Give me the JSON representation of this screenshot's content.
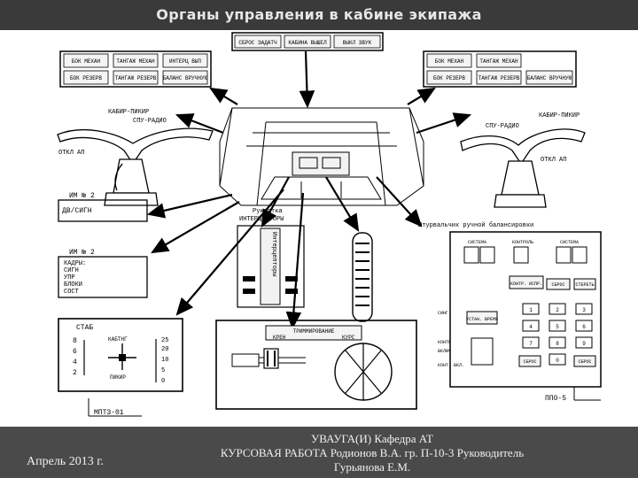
{
  "title": "Органы управления в кабине экипажа",
  "top_panel": {
    "cells": [
      "СБРОС ЗАДАТЧ",
      "КАБИНА ВЫШЕЛ",
      "ВЫКЛ ЗВУК"
    ]
  },
  "left_panel": {
    "cells": [
      "БОК МЕХАН",
      "ТАНГАЖ МЕХАН",
      "ИНТЕРЦ ВЫП",
      "БОК РЕЗЕРВ",
      "ТАНГАЖ РЕЗЕРВ",
      "БАЛАНС ВРУЧНУЮ"
    ]
  },
  "right_panel": {
    "cells": [
      "БОК МЕХАН",
      "ТАНГАЖ МЕХАН",
      "",
      "БОК РЕЗЕРВ",
      "ТАНГАЖ РЕЗЕРВ",
      "БАЛАНС ВРУЧНУЮ"
    ]
  },
  "left_yoke": {
    "label_trim": "КАБИР-ПИКИР",
    "label_radio": "СПУ-РАДИО",
    "label_ap": "ОТКЛ АП"
  },
  "right_yoke": {
    "label_trim": "КАБИР-ПИКИР",
    "label_radio": "СПУ-РАДИО",
    "label_ap": "ОТКЛ АП"
  },
  "im2_top": {
    "header": "ИМ № 2",
    "line1": "ДВ/СИГН"
  },
  "im2_bottom": {
    "header": "ИМ № 2",
    "lines": [
      "КАДРЫ:",
      "СИГН",
      "УПР",
      "БЛОКИ",
      "СОСТ"
    ]
  },
  "handle": {
    "label_line1": "Рукоятка",
    "label_line2": "ИНТЕРЦЕПТОРЫ",
    "vertical_text": "Интерцепторы"
  },
  "right_unit": {
    "label": "Штурвальчик ручной балансировки",
    "code": "ППО-5",
    "top_labels": [
      "СИСТЕМА",
      "КОНТРОЛЬ",
      "СИСТЕМА"
    ],
    "side_labels": [
      "СИНГ",
      "КОНТР",
      "ВКЛЮЧ",
      "КОНТ. ВКЛ."
    ],
    "btn_labels": [
      "КОНТР. ИСПР.",
      "СБРОС",
      "СТЕРЕТЬ",
      "УСТАН. ВРЕМЯ",
      "СБРОС",
      "СБРОС"
    ],
    "keys": [
      "1",
      "2",
      "3",
      "4",
      "5",
      "6",
      "7",
      "8",
      "9",
      "0"
    ]
  },
  "stab_panel": {
    "title": "СТАБ",
    "left_scale": [
      "8",
      "6",
      "4",
      "2"
    ],
    "right_scale": [
      "25",
      "20",
      "10",
      "5",
      "0"
    ],
    "label_top": "КАБТНГ",
    "label_bottom": "ПИКИР",
    "code": "МПТЗ-01"
  },
  "trim_panel": {
    "title": "ТРИММИРОВАНИЕ",
    "left": "КРЕН",
    "right": "КУРС"
  },
  "footer": {
    "date": "Апрель 2013 г.",
    "line1": "УВАУГА(И) Кафедра АТ",
    "line2": "КУРСОВАЯ РАБОТА Родионов В.А. гр. П-10-3  Руководитель",
    "line3": "Гурьянова Е.М."
  }
}
